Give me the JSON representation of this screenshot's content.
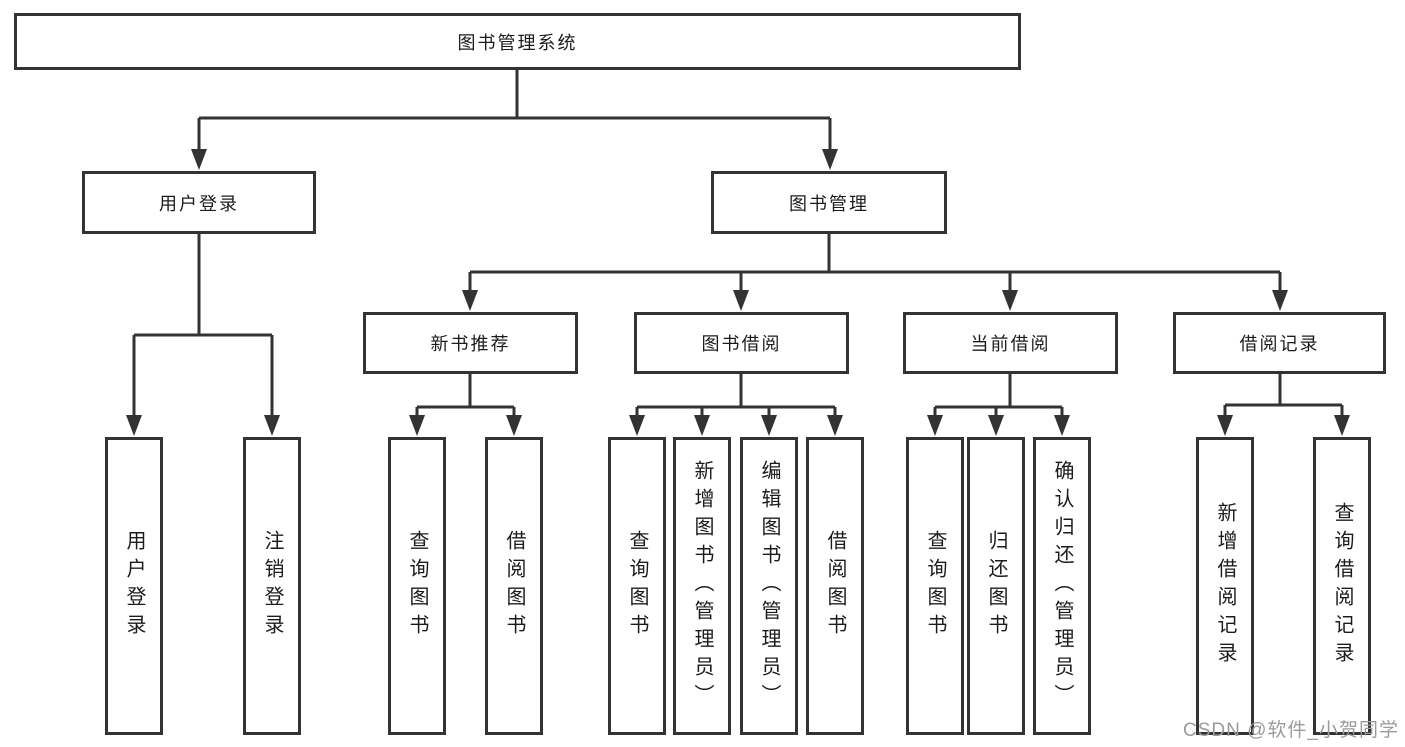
{
  "diagram_title": "图书管理系统",
  "nodes": {
    "root": {
      "label": "图书管理系统"
    },
    "user_login": {
      "label": "用户登录"
    },
    "book_mgmt": {
      "label": "图书管理"
    },
    "new_book_rec": {
      "label": "新书推荐"
    },
    "book_borrow": {
      "label": "图书借阅"
    },
    "current_borrow": {
      "label": "当前借阅"
    },
    "borrow_records": {
      "label": "借阅记录"
    },
    "leaf_user_login": {
      "label": "用户登录"
    },
    "leaf_logout": {
      "label": "注销登录"
    },
    "leaf_nbr_query": {
      "label": "查询图书"
    },
    "leaf_nbr_borrow": {
      "label": "借阅图书"
    },
    "leaf_bb_query": {
      "label": "查询图书"
    },
    "leaf_bb_add": {
      "label": "新增图书（管理员）"
    },
    "leaf_bb_edit": {
      "label": "编辑图书（管理员）"
    },
    "leaf_bb_borrow": {
      "label": "借阅图书"
    },
    "leaf_cb_query": {
      "label": "查询图书"
    },
    "leaf_cb_return": {
      "label": "归还图书"
    },
    "leaf_cb_confirm": {
      "label": "确认归还（管理员）"
    },
    "leaf_br_add": {
      "label": "新增借阅记录"
    },
    "leaf_br_query": {
      "label": "查询借阅记录"
    }
  },
  "structure": {
    "图书管理系统": {
      "用户登录": [
        "用户登录",
        "注销登录"
      ],
      "图书管理": {
        "新书推荐": [
          "查询图书",
          "借阅图书"
        ],
        "图书借阅": [
          "查询图书",
          "新增图书（管理员）",
          "编辑图书（管理员）",
          "借阅图书"
        ],
        "当前借阅": [
          "查询图书",
          "归还图书",
          "确认归还（管理员）"
        ],
        "借阅记录": [
          "新增借阅记录",
          "查询借阅记录"
        ]
      }
    }
  },
  "watermark": {
    "text": "CSDN @软件_小贺同学"
  },
  "colors": {
    "line": "#333333",
    "text": "#1c1c1c",
    "watermark": "#9b9b9b",
    "background": "#ffffff"
  }
}
